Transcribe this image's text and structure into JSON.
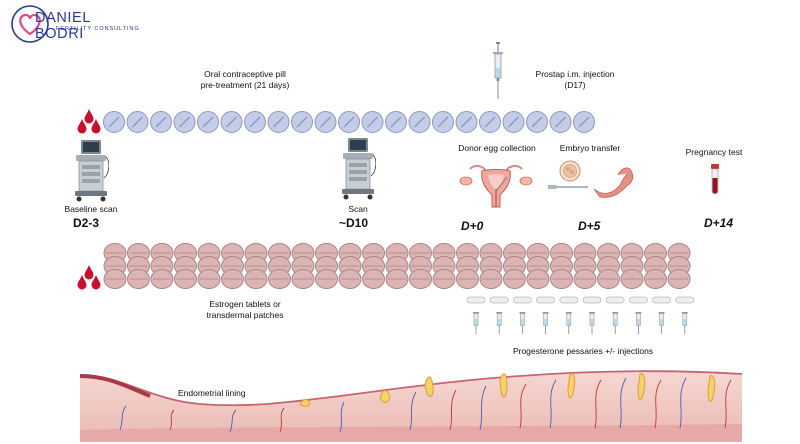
{
  "logo": {
    "name": "DANIEL BODRI",
    "subtitle": "FERTILITY CONSULTING"
  },
  "labels": {
    "pill_line1": "Oral contraceptive pill",
    "pill_line2": "pre-treatment (21 days)",
    "prostap_line1": "Prostap i.m. injection",
    "prostap_line2": "(D17)",
    "baseline_scan": "Baseline scan",
    "scan": "Scan",
    "donor_egg": "Donor egg collection",
    "embryo_transfer": "Embryo transfer",
    "pregnancy_test": "Pregnancy test",
    "estrogen_line1": "Estrogen tablets or",
    "estrogen_line2": "transdermal patches",
    "progesterone": "Progesterone pessaries +/- injections",
    "endometrial": "Endometrial lining"
  },
  "days": {
    "d23": "D2-3",
    "d10": "~D10",
    "d0": "D+0",
    "d5": "D+5",
    "d14": "D+14"
  },
  "counts": {
    "pills": 21,
    "estrogen_columns": 25,
    "pessaries": 10
  },
  "colors": {
    "pill_fill": "#c3cde8",
    "pill_stroke": "#8d99bd",
    "estrogen_fill": "#dcb4b4",
    "estrogen_stroke": "#a98585",
    "blood": "#c8102e",
    "lining": "#f1c9c4",
    "lining_dark": "#d46a78",
    "brand": "#2d3a8c",
    "brand_pink": "#e04a86"
  }
}
